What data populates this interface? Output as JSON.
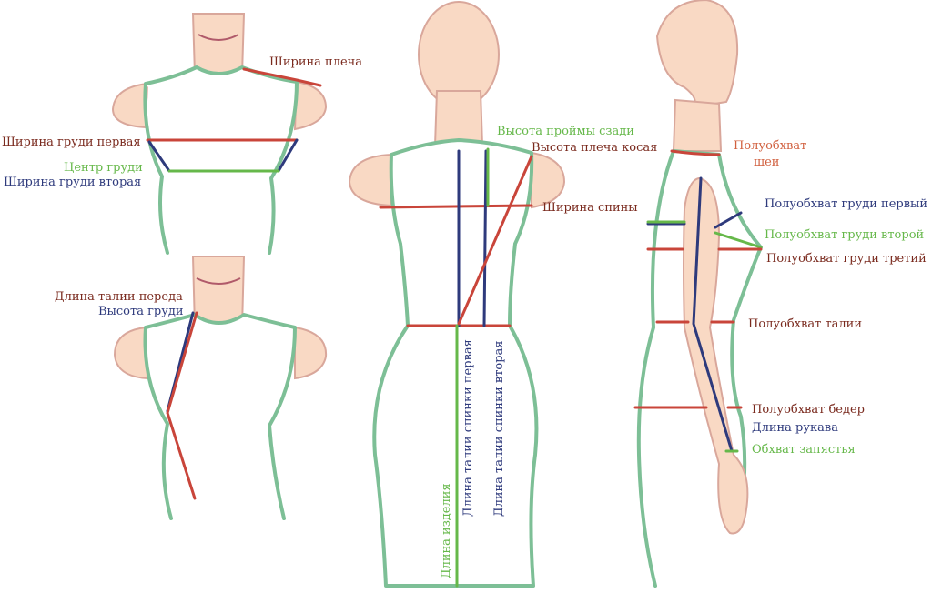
{
  "colors": {
    "red": "#c9453a",
    "blue": "#2e3a7c",
    "green": "#66b84a",
    "brown": "#7a2a1e",
    "orange": "#d1603f",
    "outline": "#7dbf96",
    "skin": "#f9d9c4"
  },
  "labels": {
    "shoulder_width": "Ширина плеча",
    "chest_width_first": "Ширина груди первая",
    "bust_center": "Центр груди",
    "chest_width_second": "Ширина груди вторая",
    "front_waist_length": "Длина талии переда",
    "bust_height": "Высота груди",
    "back_armhole_height": "Высота проймы сзади",
    "oblique_shoulder_height": "Высота плеча косая",
    "back_width": "Ширина спины",
    "garment_length": "Длина изделия",
    "back_waist_length_first": "Длина талии спинки первая",
    "back_waist_length_second": "Длина талии спинки вторая",
    "neck_half_girth_1": "Полуобхват",
    "neck_half_girth_2": "шеи",
    "chest_half_girth_first": "Полуобхват груди первый",
    "chest_half_girth_second": "Полуобхват груди второй",
    "chest_half_girth_third": "Полуобхват груди третий",
    "waist_half_girth": "Полуобхват талии",
    "hip_half_girth": "Полуобхват бедер",
    "sleeve_length": "Длина рукава",
    "wrist_girth": "Обхват запястья"
  }
}
